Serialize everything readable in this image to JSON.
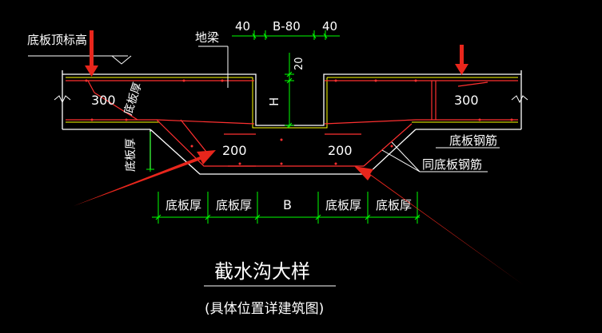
{
  "drawing": {
    "title": "截水沟大样",
    "subtitle": "(具体位置详建筑图)",
    "labels": {
      "slab_top_elevation": "底板顶标高",
      "ground_beam": "地梁",
      "dim_40_left": "40",
      "dim_b_minus_80": "B-80",
      "dim_40_right": "40",
      "dim_20": "20",
      "dim_h": "H",
      "thickness_left": "300",
      "thickness_right": "300",
      "slab_thick_slope": "底板厚",
      "slab_thick_vertical": "底板厚",
      "inner_left": "200",
      "inner_right": "200",
      "slab_rebar": "底板钢筋",
      "same_slab_rebar": "同底板钢筋",
      "bottom_dim_1": "底板厚",
      "bottom_dim_2": "底板厚",
      "bottom_dim_b": "B",
      "bottom_dim_4": "底板厚",
      "bottom_dim_5": "底板厚"
    }
  },
  "colors": {
    "background": "#000000",
    "outline": "#ffffff",
    "rebar": "#ff3030",
    "dimension": "#00ff00",
    "top_rebar": "#ffff00",
    "arrow": "#e8261c"
  }
}
